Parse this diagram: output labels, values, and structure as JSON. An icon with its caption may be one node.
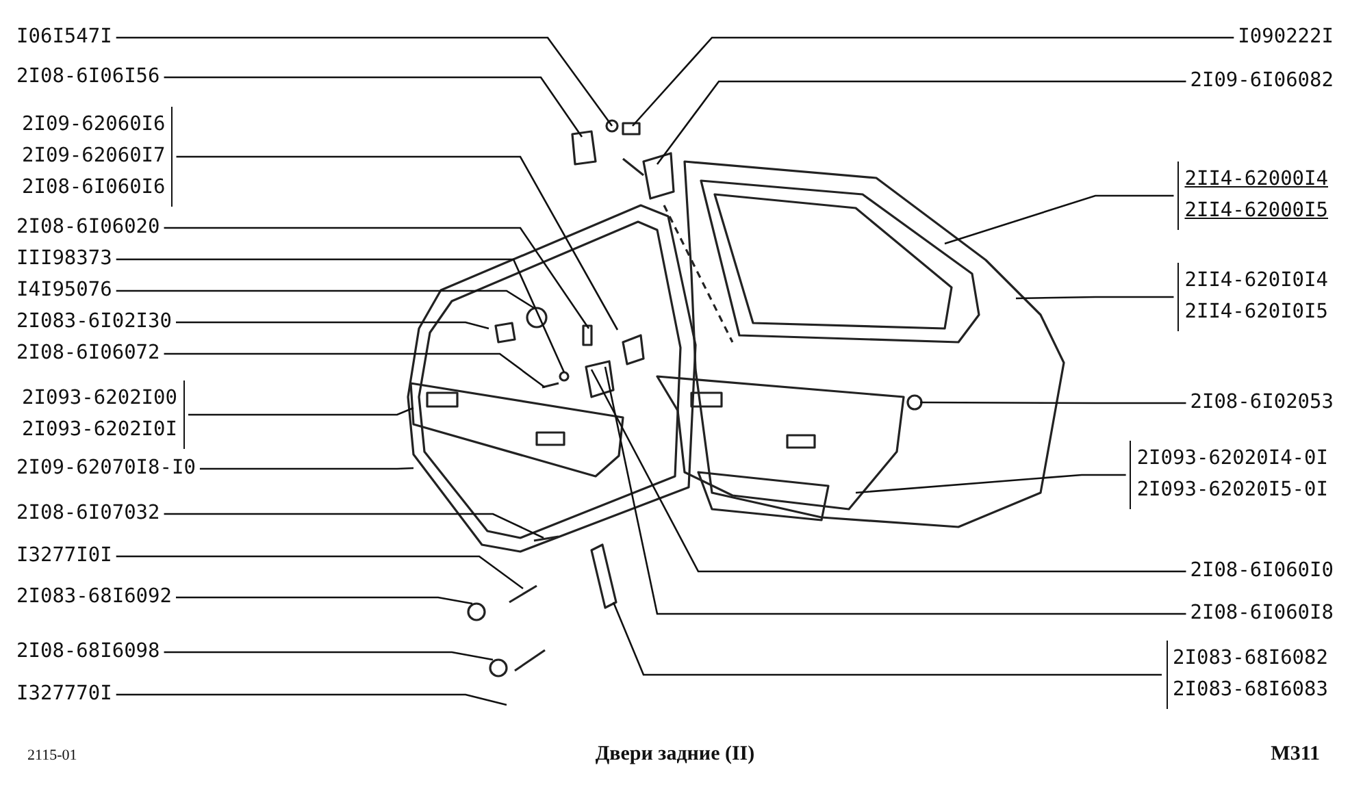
{
  "diagram": {
    "caption": "Двери задние (II)",
    "nodes": [
      {
        "text": [
          "I06I547I"
        ]
      },
      {
        "text": [
          "2I08-6I06I56"
        ]
      },
      {
        "text": [
          "2I09-62060I6",
          "2I09-62060I7",
          "2I08-6I060I6"
        ]
      },
      {
        "text": [
          "2I08-6I06020"
        ]
      },
      {
        "text": [
          "III98373"
        ]
      },
      {
        "text": [
          "I4I95076"
        ]
      },
      {
        "text": [
          "2I083-6I02I30"
        ]
      },
      {
        "text": [
          "2I08-6I06072"
        ]
      },
      {
        "text": [
          "2I093-6202I00",
          "2I093-6202I0I"
        ]
      },
      {
        "text": [
          "2I09-62070I8-I0"
        ]
      },
      {
        "text": [
          "2I08-6I07032"
        ]
      },
      {
        "text": [
          "I3277I0I"
        ]
      },
      {
        "text": [
          "2I083-68I6092"
        ]
      },
      {
        "text": [
          "2I08-68I6098"
        ]
      },
      {
        "text": [
          "I327770I"
        ]
      },
      {
        "text": [
          "I090222I"
        ]
      },
      {
        "text": [
          "2I09-6I06082"
        ]
      },
      {
        "text": [
          "2II4-62000I4",
          "2II4-62000I5"
        ]
      },
      {
        "text": [
          "2II4-620I0I4",
          "2II4-620I0I5"
        ]
      },
      {
        "text": [
          "2I08-6I02053"
        ]
      },
      {
        "text": [
          "2I093-62020I4-0I",
          "2I093-62020I5-0I"
        ]
      },
      {
        "text": [
          "2I08-6I060I0"
        ]
      },
      {
        "text": [
          "2I08-6I060I8"
        ]
      },
      {
        "text": [
          "2I083-68I6082",
          "2I083-68I6083"
        ]
      }
    ],
    "edges": [
      {
        "from": 0,
        "to": null,
        "arrow": "none"
      },
      {
        "from": 1,
        "to": null,
        "arrow": "none"
      },
      {
        "from": 2,
        "to": null,
        "arrow": "none"
      },
      {
        "from": 3,
        "to": null,
        "arrow": "none"
      },
      {
        "from": 4,
        "to": null,
        "arrow": "none"
      },
      {
        "from": 5,
        "to": null,
        "arrow": "none"
      },
      {
        "from": 6,
        "to": null,
        "arrow": "none"
      },
      {
        "from": 7,
        "to": null,
        "arrow": "none"
      },
      {
        "from": 8,
        "to": null,
        "arrow": "none"
      },
      {
        "from": 9,
        "to": null,
        "arrow": "none"
      },
      {
        "from": 10,
        "to": null,
        "arrow": "none"
      },
      {
        "from": 11,
        "to": null,
        "arrow": "none"
      },
      {
        "from": 12,
        "to": null,
        "arrow": "none"
      },
      {
        "from": 13,
        "to": null,
        "arrow": "none"
      },
      {
        "from": 14,
        "to": null,
        "arrow": "none"
      },
      {
        "from": 15,
        "to": null,
        "arrow": "none"
      },
      {
        "from": 16,
        "to": null,
        "arrow": "none"
      },
      {
        "from": 17,
        "to": null,
        "arrow": "none"
      },
      {
        "from": 18,
        "to": null,
        "arrow": "none"
      },
      {
        "from": 19,
        "to": null,
        "arrow": "none"
      },
      {
        "from": 20,
        "to": null,
        "arrow": "none"
      },
      {
        "from": 21,
        "to": null,
        "arrow": "none"
      },
      {
        "from": 22,
        "to": null,
        "arrow": "none"
      },
      {
        "from": 23,
        "to": null,
        "arrow": "none"
      }
    ],
    "labels": [
      "2115-01",
      "M311"
    ]
  }
}
